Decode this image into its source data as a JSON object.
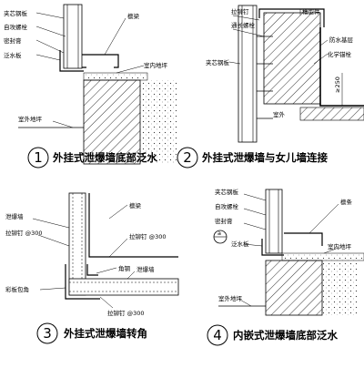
{
  "panels": [
    {
      "number": "1",
      "caption": "外挂式泄爆墙底部泛水",
      "labels": [
        "夹芯钢板",
        "自攻螺栓",
        "密封膏",
        "泛水板",
        "檩梁",
        "室内地坪",
        "室外地坪"
      ]
    },
    {
      "number": "2",
      "caption": "外挂式泄爆墙与女儿墙连接",
      "labels": [
        "拉铆钉",
        "通长螺栓",
        "夹芯钢板",
        "槽型件",
        "防水基层",
        "化学锚栓",
        "≥250",
        "室外"
      ]
    },
    {
      "number": "3",
      "caption": "外挂式泄爆墙转角",
      "labels": [
        "泄爆墙",
        "拉铆钉 @300",
        "檩梁",
        "拉铆钉 @300",
        "角钢",
        "泄爆墙",
        "彩板包角",
        "拉铆钉 @300"
      ]
    },
    {
      "number": "4",
      "caption": "内嵌式泄爆墙底部泛水",
      "labels": [
        "夹芯钢板",
        "自攻螺栓",
        "密封膏",
        "a",
        "泛水板",
        "檩条",
        "室内地坪",
        "室外地坪"
      ]
    }
  ],
  "colors": {
    "ink": "#000000",
    "background": "#ffffff"
  }
}
